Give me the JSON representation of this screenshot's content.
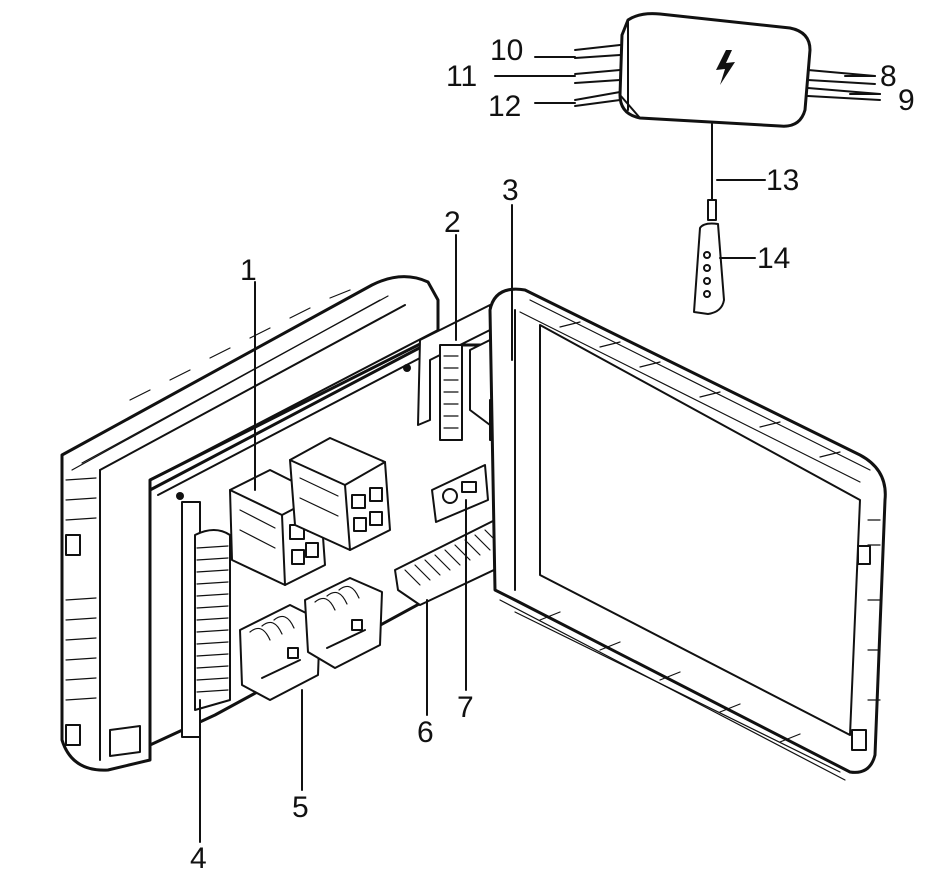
{
  "figure": {
    "colors": {
      "ink": "#111111",
      "paper": "#ffffff",
      "shade": "#cfcfcf"
    },
    "callouts": [
      {
        "id": "1",
        "text": "1"
      },
      {
        "id": "2",
        "text": "2"
      },
      {
        "id": "3",
        "text": "3"
      },
      {
        "id": "4",
        "text": "4"
      },
      {
        "id": "5",
        "text": "5"
      },
      {
        "id": "6",
        "text": "6"
      },
      {
        "id": "7",
        "text": "7"
      },
      {
        "id": "8",
        "text": "8"
      },
      {
        "id": "9",
        "text": "9"
      },
      {
        "id": "10",
        "text": "10"
      },
      {
        "id": "11",
        "text": "11"
      },
      {
        "id": "12",
        "text": "12"
      },
      {
        "id": "13",
        "text": "13"
      },
      {
        "id": "14",
        "text": "14"
      }
    ],
    "symbols": {
      "high_voltage_icon": "lightning-bolt"
    }
  }
}
